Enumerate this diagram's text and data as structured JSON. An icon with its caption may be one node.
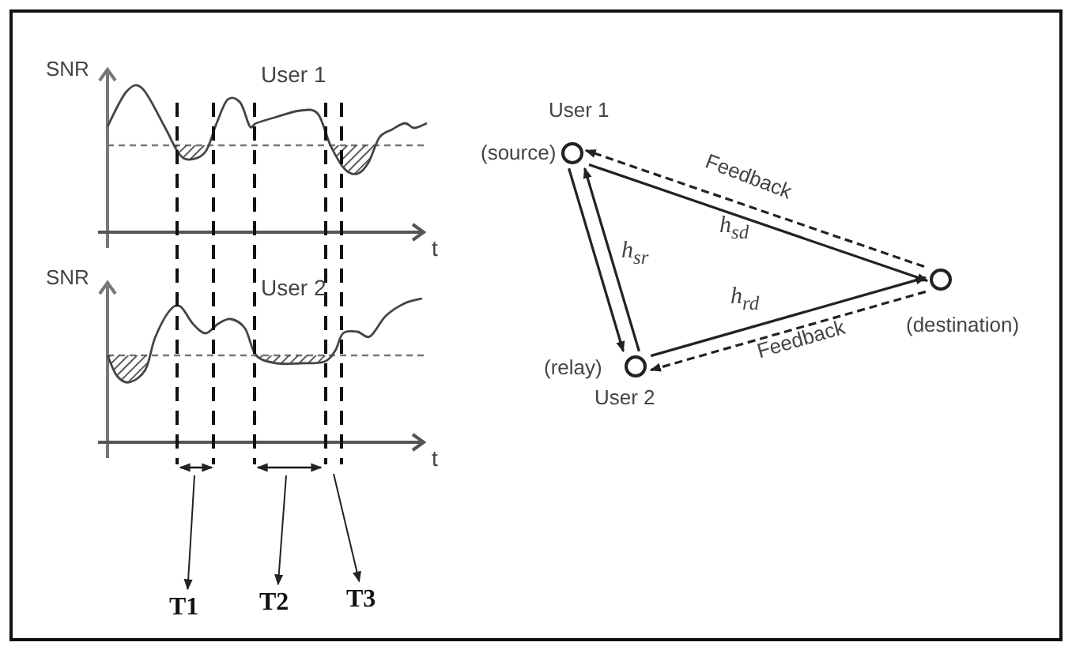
{
  "diagram": {
    "nodes": [
      {
        "text": [],
        "shape": "circle",
        "beside": [
          "User 1",
          "(source)"
        ]
      },
      {
        "text": [],
        "shape": "circle",
        "beside": [
          "(relay)",
          "User 2"
        ]
      },
      {
        "text": [],
        "shape": "circle",
        "beside": [
          "(destination)"
        ]
      },
      {
        "text": [
          "T1"
        ]
      },
      {
        "text": [
          "T2"
        ]
      },
      {
        "text": [
          "T3"
        ]
      }
    ],
    "edges": [
      {
        "from": 0,
        "to": 2,
        "arrow": "to",
        "label": "h$_{sd}$"
      },
      {
        "from": 2,
        "to": 0,
        "arrow": "to",
        "label": "Feedback",
        "style": "dashed"
      },
      {
        "from": 0,
        "to": 1,
        "arrow": "to"
      },
      {
        "from": 1,
        "to": 0,
        "arrow": "to",
        "label": "h$_{sr}$"
      },
      {
        "from": 1,
        "to": 2,
        "arrow": "to",
        "label": "h$_{rd}$"
      },
      {
        "from": 2,
        "to": 1,
        "arrow": "to",
        "label": "Feedback",
        "style": "dashed"
      },
      {
        "from": null,
        "to": 3,
        "arrow": "to"
      },
      {
        "from": null,
        "to": 4,
        "arrow": "to"
      },
      {
        "from": null,
        "to": 5,
        "arrow": "to"
      }
    ],
    "labels": [
      "SNR",
      "User 1",
      "t",
      "SNR",
      "User 2",
      "t"
    ]
  }
}
